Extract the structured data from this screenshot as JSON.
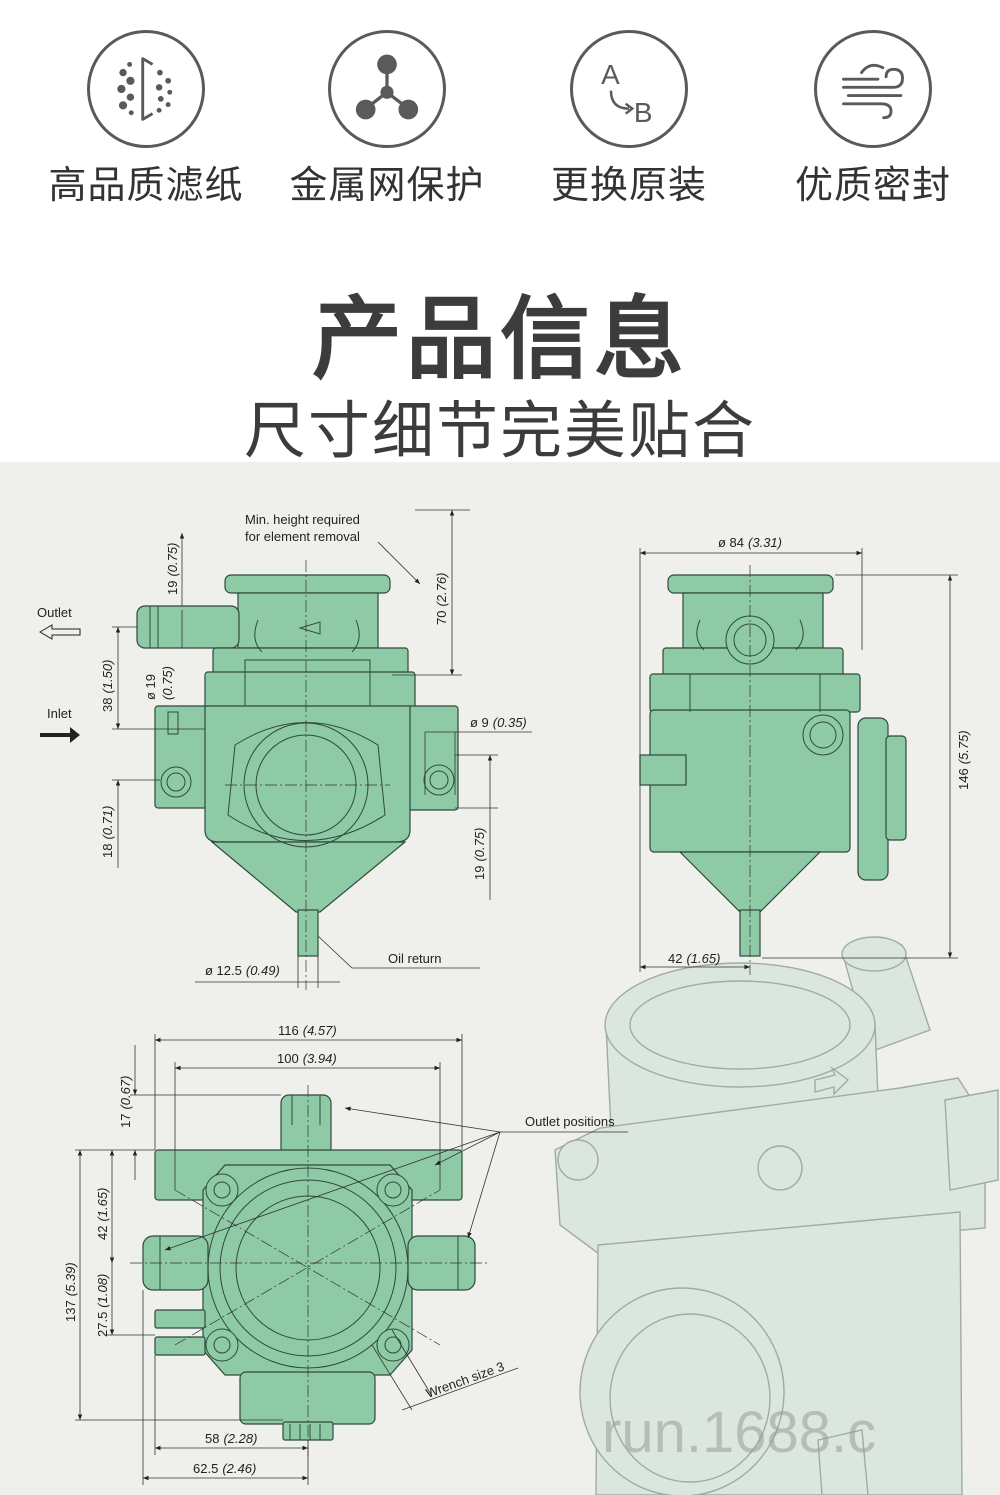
{
  "features": [
    {
      "icon": "filter-paper-icon",
      "label": "高品质滤纸"
    },
    {
      "icon": "molecule-icon",
      "label": "金属网保护"
    },
    {
      "icon": "a-to-b-icon",
      "label": "更换原装",
      "letters": {
        "from": "A",
        "to": "B"
      }
    },
    {
      "icon": "airflow-icon",
      "label": "优质密封"
    }
  ],
  "heading": {
    "title": "产品信息",
    "subtitle": "尺寸细节完美贴合"
  },
  "drawing": {
    "front_view": {
      "removal_note": {
        "line1": "Min. height required",
        "line2": "for element removal"
      },
      "outlet_label": "Outlet",
      "inlet_label": "Inlet",
      "oil_return_label": "Oil return",
      "dims": {
        "top_pipe_height": {
          "mm": "19",
          "in": "(0.75)"
        },
        "removal_height": {
          "mm": "70",
          "in": "(2.76)"
        },
        "outlet_to_inlet": {
          "mm": "38",
          "in": "(1.50)"
        },
        "pipe_diameter": {
          "mm": "ø 19",
          "in": "(0.75)"
        },
        "hole_diameter": {
          "mm": "ø 9",
          "in": "(0.35)"
        },
        "inlet_offset": {
          "mm": "18",
          "in": "(0.71)"
        },
        "mount_offset": {
          "mm": "19",
          "in": "(0.75)"
        },
        "return_diameter": {
          "mm": "ø 12.5",
          "in": "(0.49)"
        }
      }
    },
    "side_view": {
      "dims": {
        "body_diameter": {
          "mm": "ø 84",
          "in": "(3.31)"
        },
        "total_height": {
          "mm": "146",
          "in": "(5.75)"
        },
        "return_offset": {
          "mm": "42",
          "in": "(1.65)"
        }
      }
    },
    "top_view": {
      "outlet_positions_label": "Outlet positions",
      "wrench_label": "Wrench size 3",
      "dims": {
        "overall_width": {
          "mm": "116",
          "in": "(4.57)"
        },
        "hole_spacing": {
          "mm": "100",
          "in": "(3.94)"
        },
        "pipe_length": {
          "mm": "17",
          "in": "(0.67)"
        },
        "flange_to_center": {
          "mm": "42",
          "in": "(1.65)"
        },
        "overall_depth": {
          "mm": "137",
          "in": "(5.39)"
        },
        "center_to_inlet": {
          "mm": "27.5",
          "in": "(1.08)"
        },
        "center_offset": {
          "mm": "58",
          "in": "(2.28)"
        },
        "pipe_offset": {
          "mm": "62.5",
          "in": "(2.46)"
        }
      }
    }
  },
  "watermark": "run.1688.c",
  "colors": {
    "page_background": "#ffffff",
    "drawing_background": "#efefec",
    "part_fill": "#8fcaa6",
    "part_outline": "#2e4a3b",
    "icon_stroke": "#5a5a5a",
    "heading_text": "#3c3c3c",
    "render_fill": "#cfe2d6"
  }
}
